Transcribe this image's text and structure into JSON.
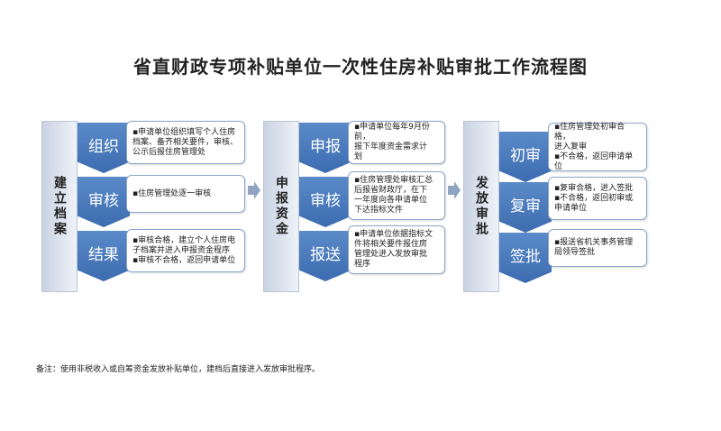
{
  "title": "省直财政专项补贴单位一次性住房补贴审批工作流程图",
  "columns": [
    {
      "header": "建立档案",
      "steps": [
        {
          "label": "组织",
          "desc": [
            "▪申请单位组织填写个人住房",
            "档案、备齐相关要件，审核、",
            "公示后报住房管理处"
          ]
        },
        {
          "label": "审核",
          "desc": [
            "▪住房管理处逐一审核"
          ]
        },
        {
          "label": "结果",
          "desc": [
            "▪审核合格，建立个人住房电",
            "子档案并进入申报资金程序",
            "▪审核不合格，返回申请单位"
          ]
        }
      ]
    },
    {
      "header": "申报资金",
      "steps": [
        {
          "label": "申报",
          "desc": [
            "▪申请单位每年9月份前，",
            "报下年度资金需求计",
            "划"
          ]
        },
        {
          "label": "审核",
          "desc": [
            "▪住房管理处审核汇总",
            "后报省财政厅，在下",
            "一年度向各申请单位",
            "下达指标文件"
          ]
        },
        {
          "label": "报送",
          "desc": [
            "▪申请单位依据指标文",
            "件将相关要件报住房",
            "管理处进入发放审批",
            "程序"
          ]
        }
      ]
    },
    {
      "header": "发放审批",
      "steps": [
        {
          "label": "初审",
          "desc": [
            "▪住房管理处初审合格，",
            "进入复审",
            "▪不合格，返回申请单",
            "位"
          ]
        },
        {
          "label": "复审",
          "desc": [
            "▪复审合格，进入签批",
            "▪不合格，返回初审或",
            "申请单位"
          ]
        },
        {
          "label": "签批",
          "desc": [
            "▪报送省机关事务管理",
            "局领导签批"
          ]
        }
      ]
    }
  ],
  "note": "备注：使用非税收入或自筹资金发放补贴单位，建档后直接进入发放审批程序。"
}
